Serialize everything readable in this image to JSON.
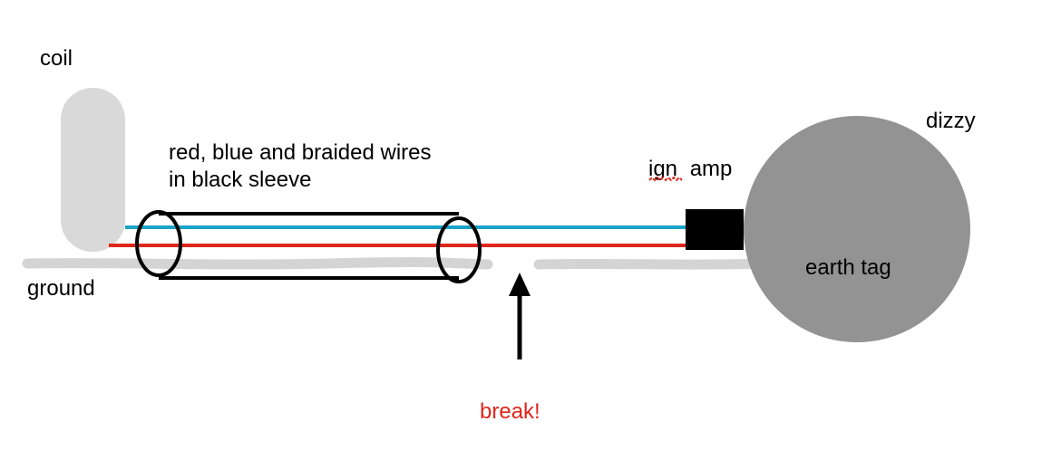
{
  "labels": {
    "coil": "coil",
    "ground": "ground",
    "sleeve_line1": "red, blue and braided wires",
    "sleeve_line2": "in black sleeve",
    "ign": "ign",
    "amp": "amp",
    "dizzy": "dizzy",
    "earth_tag": "earth tag",
    "break": "break!"
  },
  "colors": {
    "blue_wire": "#1aa3c8",
    "red_wire": "#e0261b",
    "ground_wire": "#d4d4d4",
    "coil": "#d9d9d9",
    "dizzy": "#939393",
    "ign_amp": "#000000",
    "sleeve": "#000000",
    "break_text": "#e0261b",
    "spellcheck_underline": "#e0261b"
  }
}
